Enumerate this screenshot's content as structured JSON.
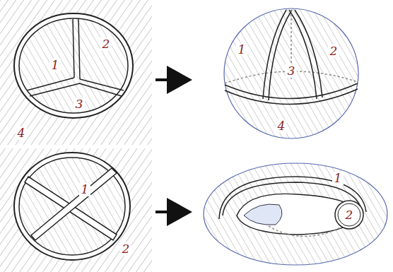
{
  "diagram": {
    "labels": [
      "1",
      "2",
      "3",
      "4",
      "1",
      "2",
      "3",
      "4",
      "1",
      "2",
      "1",
      "2"
    ]
  }
}
